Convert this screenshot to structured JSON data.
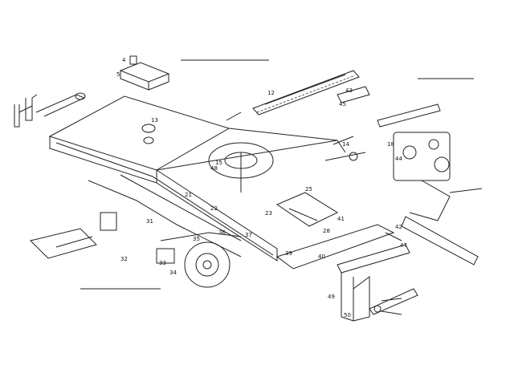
{
  "callouts": {
    "c4": "4",
    "c5": "5",
    "c12": "12",
    "c13": "13",
    "c14": "14",
    "c15": "15",
    "c18": "18",
    "c21": "21",
    "c22": "22",
    "c23": "23",
    "c25": "25",
    "c28": "28",
    "c31": "31",
    "c32": "32",
    "c33": "33",
    "c34": "34",
    "c35": "35",
    "c36": "36",
    "c37": "37",
    "c39": "39",
    "c40": "40",
    "c41": "41",
    "c42": "42",
    "c43": "43",
    "c44": "44",
    "c45": "45",
    "c47": "47",
    "c48": "48",
    "c49": "49",
    "c50": "50"
  }
}
